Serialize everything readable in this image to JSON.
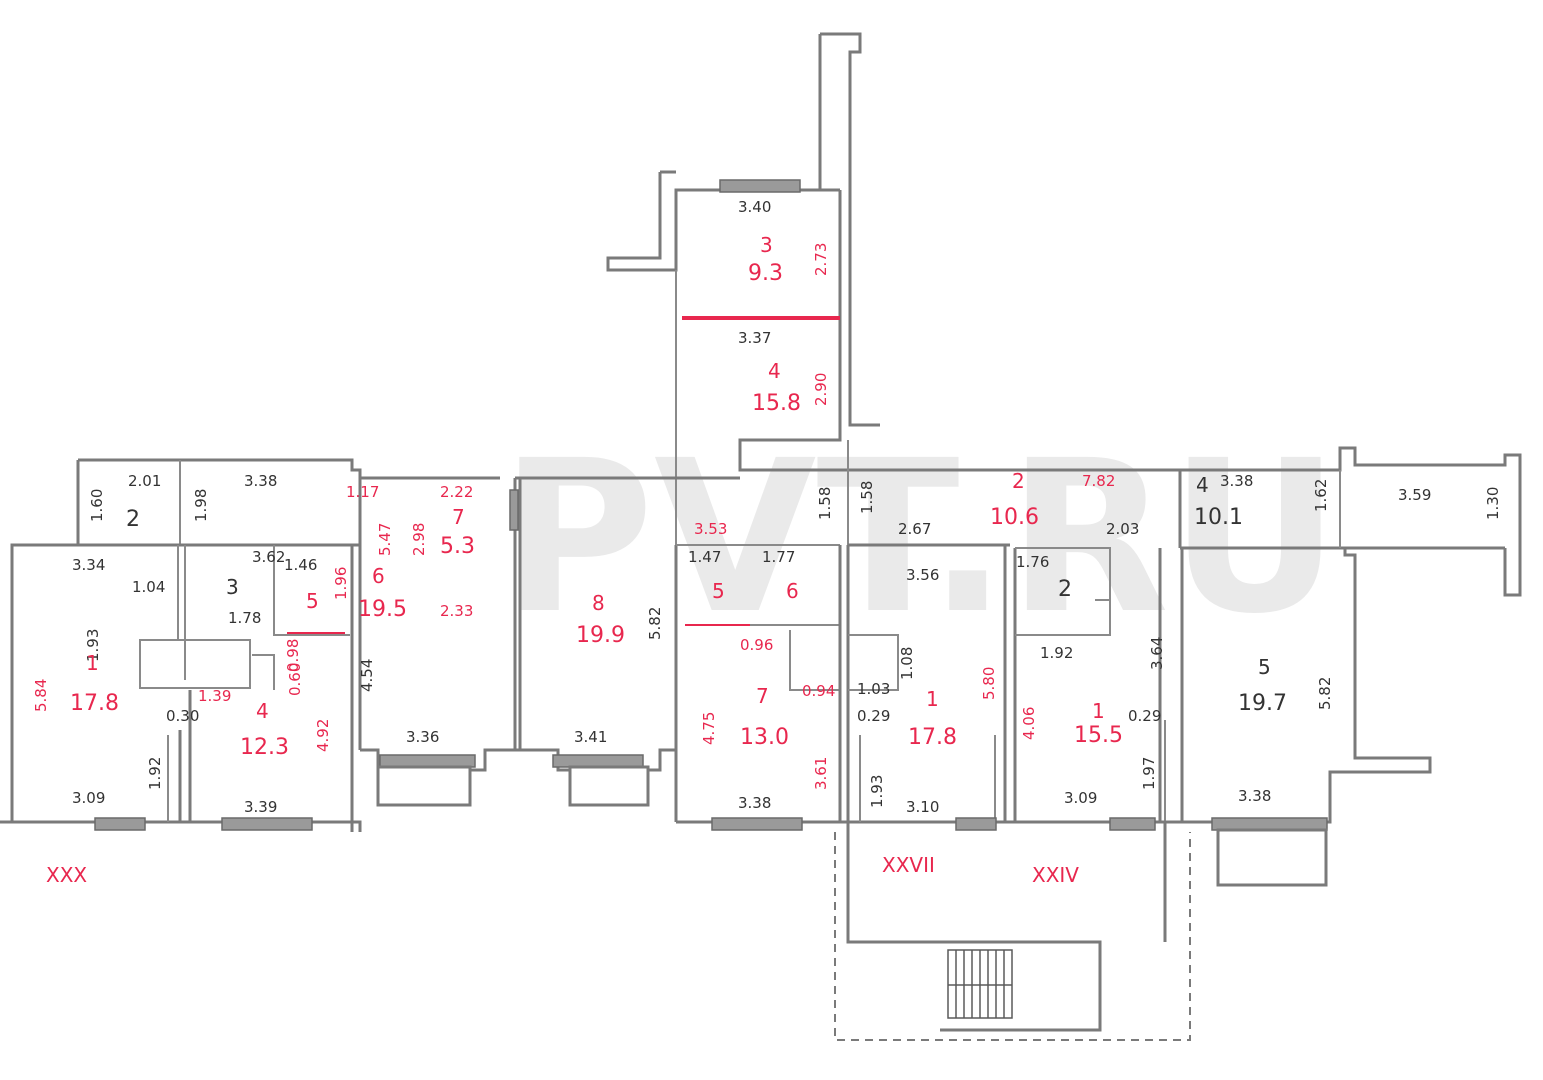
{
  "watermark": "PVT.RU",
  "colors": {
    "wall": "#7a7a7a",
    "annotation": "#e8274e",
    "dimension": "#333333"
  },
  "black_dims": [
    "3.40",
    "3.37",
    "2.01",
    "3.38",
    "3.38",
    "3.59",
    "3.34",
    "3.62",
    "1.46",
    "1.04",
    "1.78",
    "1.47",
    "1.77",
    "3.56",
    "2.67",
    "2.03",
    "1.76",
    "1.92",
    "1.03",
    "0.29",
    "0.29",
    "0.30",
    "3.36",
    "3.41",
    "3.09",
    "3.39",
    "3.38",
    "3.10",
    "3.09",
    "3.38",
    "1.60",
    "1.98",
    "1.93",
    "4.54",
    "5.82",
    "1.58",
    "1.58",
    "1.08",
    "1.62",
    "1.30",
    "3.64",
    "5.82",
    "1.92",
    "1.93",
    "1.97"
  ],
  "rooms": [
    {
      "num": "3",
      "area": "9.3"
    },
    {
      "num": "4",
      "area": "15.8"
    },
    {
      "num": "2",
      "area": "10.6"
    },
    {
      "num": "4",
      "area": "10.1"
    },
    {
      "num": "2",
      "area": ""
    },
    {
      "num": "7",
      "area": "5.3"
    },
    {
      "num": "6",
      "area": "19.5"
    },
    {
      "num": "8",
      "area": "19.9"
    },
    {
      "num": "5",
      "area": ""
    },
    {
      "num": "6",
      "area": ""
    },
    {
      "num": "3",
      "area": ""
    },
    {
      "num": "5",
      "area": ""
    },
    {
      "num": "1",
      "area": "17.8"
    },
    {
      "num": "4",
      "area": "12.3"
    },
    {
      "num": "7",
      "area": "13.0"
    },
    {
      "num": "1",
      "area": "17.8"
    },
    {
      "num": "1",
      "area": "15.5"
    },
    {
      "num": "5",
      "area": "19.7"
    },
    {
      "num": "2",
      "area": ""
    }
  ],
  "red_dims": [
    "2.73",
    "2.90",
    "7.82",
    "1.17",
    "2.22",
    "3.53",
    "2.33",
    "0.96",
    "0.94",
    "1.39",
    "5.84",
    "4.92",
    "4.75",
    "3.61",
    "5.80",
    "4.06",
    "0.60",
    "1.96",
    "2.98",
    "0.98",
    "5.47"
  ],
  "sections": [
    "XXX",
    "XXVII",
    "XXIV"
  ]
}
